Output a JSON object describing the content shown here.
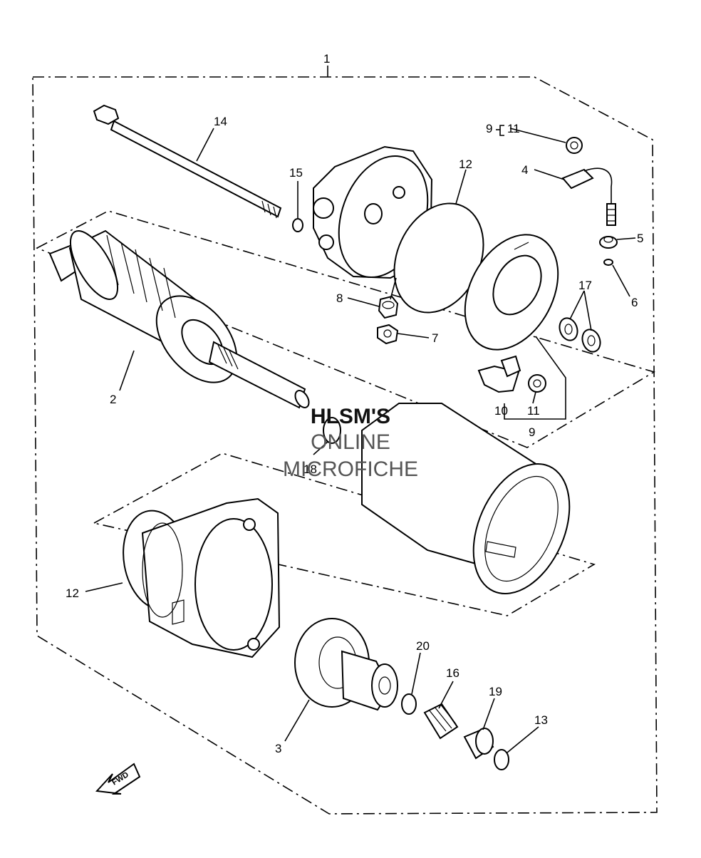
{
  "callouts": {
    "c1": "1",
    "c2": "2",
    "c3": "3",
    "c4": "4",
    "c5": "5",
    "c6": "6",
    "c7": "7",
    "c8": "8",
    "c9a": "9",
    "c9b": "9",
    "c10": "10",
    "c11a": "11",
    "c11b": "11",
    "c12a": "12",
    "c12b": "12",
    "c13": "13",
    "c14": "14",
    "c15": "15",
    "c16": "16",
    "c17": "17",
    "c18": "18",
    "c19": "19",
    "c20": "20"
  },
  "watermark": {
    "line1": "HLSM'S",
    "line2": "ONLINE",
    "line3": "MICROFICHE"
  },
  "fwd_label": "FWD"
}
